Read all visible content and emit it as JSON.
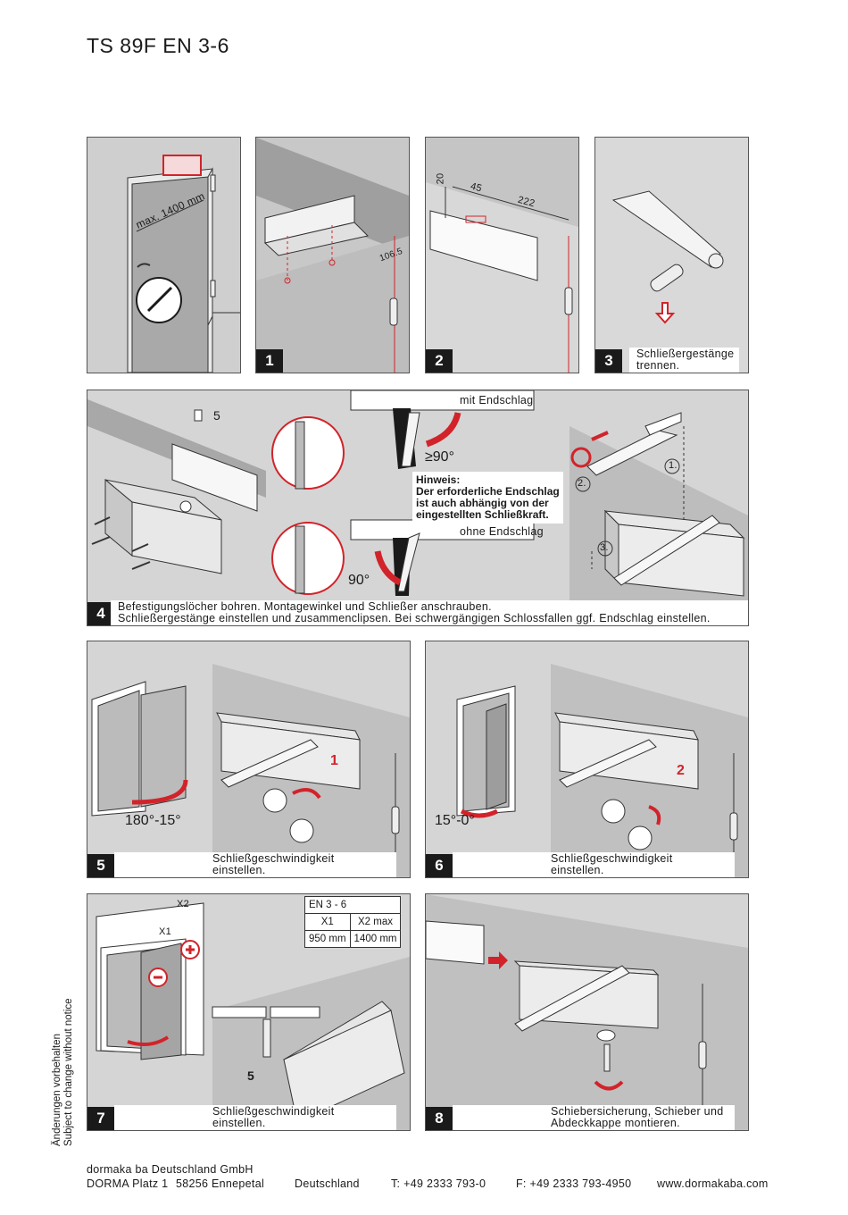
{
  "title": "TS 89F EN 3-6",
  "panels": {
    "p0": {
      "label_max": "max. 1400 mm"
    },
    "p1": {
      "number": "1",
      "dim": "106.5"
    },
    "p2": {
      "number": "2",
      "dim_20": "20",
      "dim_45": "45",
      "dim_222": "222"
    },
    "p3": {
      "number": "3",
      "caption_1": "Schließergestänge",
      "caption_2": "trennen."
    },
    "p4": {
      "number": "4",
      "screw_size": "5",
      "mit_endschlag": "mit Endschlag",
      "ohne_endschlag": "ohne Endschlag",
      "angle_ge90": "≥90°",
      "angle_90": "90°",
      "hint_title": "Hinweis:",
      "hint_1": "Der erforderliche Endschlag",
      "hint_2": "ist auch abhängig von der",
      "hint_3": "eingestellten Schließkraft.",
      "step_1": "1.",
      "step_2": "2.",
      "step_3": "3.",
      "caption_1": "Befestigungslöcher bohren. Montagewinkel und Schließer anschrauben.",
      "caption_2": "Schließergestänge einstellen und zusammenclipsen. Bei schwergängigen Schlossfallen ggf. Endschlag einstellen."
    },
    "p5": {
      "number": "5",
      "angle": "180°-15°",
      "valve": "1",
      "caption_1": "Schließgeschwindigkeit",
      "caption_2": "einstellen."
    },
    "p6": {
      "number": "6",
      "angle": "15°-0°",
      "valve": "2",
      "caption_1": "Schließgeschwindigkeit",
      "caption_2": "einstellen."
    },
    "p7": {
      "number": "7",
      "x1": "X1",
      "x2": "X2",
      "screw_size": "5",
      "table_title": "EN 3 - 6",
      "table_head": [
        "X1",
        "X2 max"
      ],
      "table_row": [
        "950 mm",
        "1400 mm"
      ],
      "caption_1": "Schließgeschwindigkeit",
      "caption_2": "einstellen."
    },
    "p8": {
      "number": "8",
      "caption_1": "Schiebersicherung, Schieber und",
      "caption_2": "Abdeckkappe montieren."
    }
  },
  "sidenote": {
    "line_1": "Änderungen vorbehalten",
    "line_2": "Subject to change without notice"
  },
  "footer": {
    "company": "dormaka ba Deutschland GmbH",
    "street": "DORMA Platz 1",
    "city": "58256 Ennepetal",
    "country": "Deutschland",
    "phone": "T: +49 2333 793-0",
    "fax": "F: +49 2333 793-4950",
    "web": "www.dormakaba.com"
  },
  "colors": {
    "accent": "#d2232a",
    "panel_bg": "#d5d5d5",
    "dark": "#1a1a1a"
  }
}
